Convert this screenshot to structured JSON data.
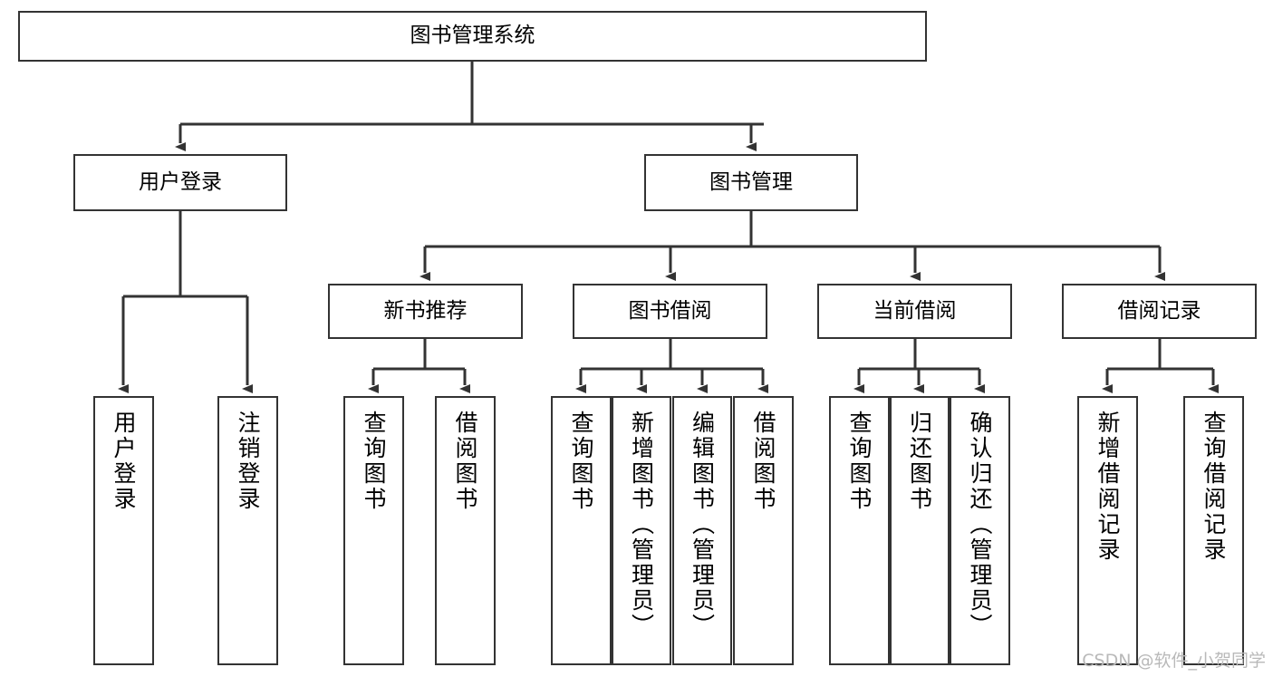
{
  "diagram": {
    "type": "tree-hierarchy",
    "title": "图书管理系统",
    "orientation": "top-down",
    "colors": {
      "box_border": "#333333",
      "box_fill": "#ffffff",
      "edge": "#333333",
      "text": "#000000",
      "watermark": "#b9b9b9"
    },
    "root": {
      "id": "root",
      "label": "图书管理系统"
    },
    "level2": [
      {
        "id": "user-login",
        "label": "用户登录"
      },
      {
        "id": "book-manage",
        "label": "图书管理"
      }
    ],
    "level3": [
      {
        "id": "new-book-recommend",
        "label": "新书推荐",
        "parent": "book-manage"
      },
      {
        "id": "book-borrow",
        "label": "图书借阅",
        "parent": "book-manage"
      },
      {
        "id": "current-borrow",
        "label": "当前借阅",
        "parent": "book-manage"
      },
      {
        "id": "borrow-record",
        "label": "借阅记录",
        "parent": "book-manage"
      }
    ],
    "leaves": [
      {
        "id": "leaf-user-login",
        "label": "用户登录",
        "parent": "user-login"
      },
      {
        "id": "leaf-user-logout",
        "label": "注销登录",
        "parent": "user-login"
      },
      {
        "id": "leaf-query-book-1",
        "label": "查询图书",
        "parent": "new-book-recommend"
      },
      {
        "id": "leaf-borrow-book-1",
        "label": "借阅图书",
        "parent": "new-book-recommend"
      },
      {
        "id": "leaf-query-book-2",
        "label": "查询图书",
        "parent": "book-borrow"
      },
      {
        "id": "leaf-add-book",
        "label": "新增图书（管理员）",
        "parent": "book-borrow"
      },
      {
        "id": "leaf-edit-book",
        "label": "编辑图书（管理员）",
        "parent": "book-borrow"
      },
      {
        "id": "leaf-borrow-book-2",
        "label": "借阅图书",
        "parent": "book-borrow"
      },
      {
        "id": "leaf-query-book-3",
        "label": "查询图书",
        "parent": "current-borrow"
      },
      {
        "id": "leaf-return-book",
        "label": "归还图书",
        "parent": "current-borrow"
      },
      {
        "id": "leaf-confirm-return",
        "label": "确认归还（管理员）",
        "parent": "current-borrow"
      },
      {
        "id": "leaf-add-record",
        "label": "新增借阅记录",
        "parent": "borrow-record"
      },
      {
        "id": "leaf-query-record",
        "label": "查询借阅记录",
        "parent": "borrow-record"
      }
    ]
  },
  "watermark": {
    "text": "CSDN @软件_小贺同学"
  }
}
